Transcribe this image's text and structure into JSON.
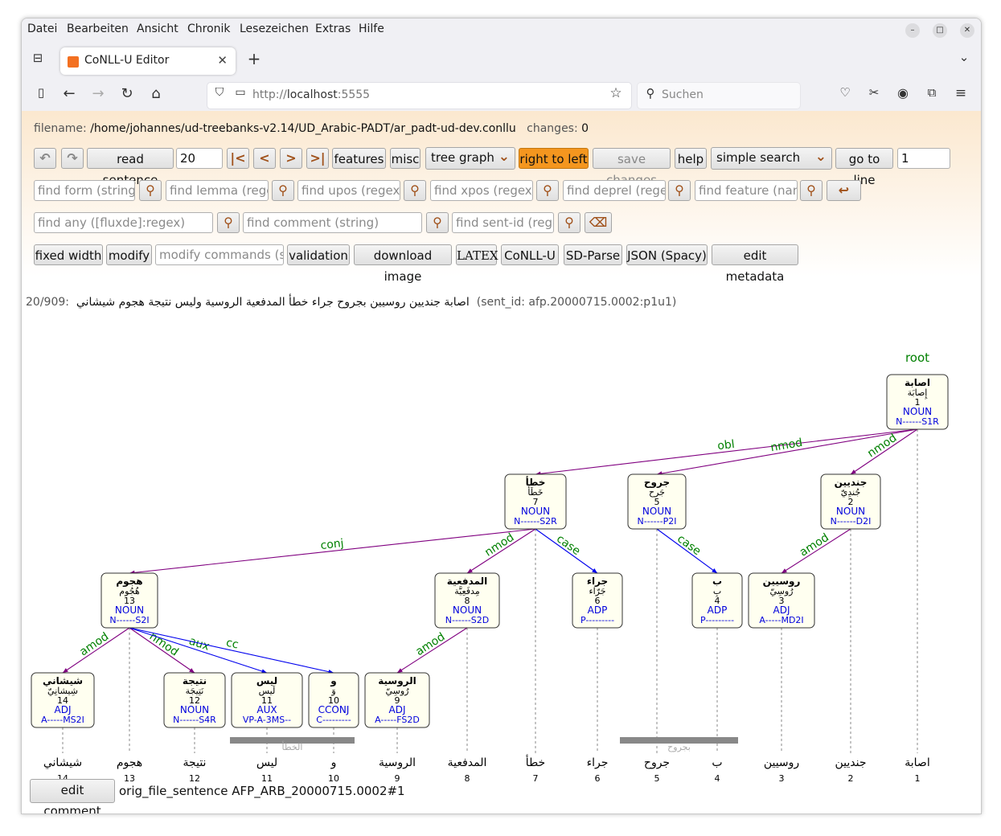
{
  "browser": {
    "menu": [
      "Datei",
      "Bearbeiten",
      "Ansicht",
      "Chronik",
      "Lesezeichen",
      "Extras",
      "Hilfe"
    ],
    "tab_title": "CoNLL-U Editor",
    "url_prefix": "http://",
    "url_host": "localhost",
    "url_port": ":5555",
    "search_placeholder": "Suchen"
  },
  "header": {
    "filename_label": "filename:",
    "filename": "/home/johannes/ud-treebanks-v2.14/UD_Arabic-PADT/ar_padt-ud-dev.conllu",
    "changes_label": "changes:",
    "changes": "0"
  },
  "toolbar1": {
    "read_sentence": "read sentence",
    "sentence_number": "20",
    "features": "features",
    "misc": "misc",
    "view_mode": "tree graph",
    "rtl": "right to left",
    "save": "save changes",
    "help": "help",
    "search_mode": "simple search",
    "go_to_line": "go to line",
    "line_number": "1"
  },
  "toolbar2": {
    "find_form": "find form (string)",
    "find_lemma": "find lemma (regex)",
    "find_upos": "find upos (regex/...",
    "find_xpos": "find xpos (regex/...",
    "find_deprel": "find deprel (regex)",
    "find_feature": "find feature (name"
  },
  "toolbar3": {
    "find_any": "find any ([fluxde]:regex)",
    "find_comment": "find comment (string)",
    "find_sent_id": "find sent-id (regex)"
  },
  "toolbar4": {
    "fixed_width": "fixed width",
    "modify": "modify",
    "modify_placeholder": "modify commands (sep",
    "validation": "validation",
    "download_image": "download image",
    "latex": "LATEX",
    "conllu": "CoNLL-U",
    "sdparse": "SD-Parse",
    "json": "JSON (Spacy)",
    "edit_metadata": "edit metadata"
  },
  "sentence": {
    "position": "20/909:",
    "text": "اصابة جنديين روسيين بجروح جراء خطأ المدفعية الروسية وليس نتيجة هجوم شيشاني",
    "sent_id": "(sent_id: afp.20000715.0002:p1u1)"
  },
  "tree": {
    "root_label": "root",
    "colors": {
      "deprel": "#008000",
      "pos": "#0000dd",
      "arc_purple": "#800080",
      "arc_blue": "#0000ee",
      "node_fill": "#fffff0"
    },
    "nodes": [
      {
        "id": "1",
        "form": "اصابة",
        "lemma": "إِصابَة",
        "upos": "NOUN",
        "xpos": "N------S1R"
      },
      {
        "id": "2",
        "form": "جنديين",
        "lemma": "جُندِيّ",
        "upos": "NOUN",
        "xpos": "N------D2I"
      },
      {
        "id": "3",
        "form": "روسيين",
        "lemma": "رُوسِيّ",
        "upos": "ADJ",
        "xpos": "A-----MD2I"
      },
      {
        "id": "4",
        "form": "ب",
        "lemma": "بِ",
        "upos": "ADP",
        "xpos": "P---------"
      },
      {
        "id": "5",
        "form": "جروح",
        "lemma": "جَرح",
        "upos": "NOUN",
        "xpos": "N------P2I"
      },
      {
        "id": "6",
        "form": "جراء",
        "lemma": "جَرّاء",
        "upos": "ADP",
        "xpos": "P---------"
      },
      {
        "id": "7",
        "form": "خطأ",
        "lemma": "خَطَأ",
        "upos": "NOUN",
        "xpos": "N------S2R"
      },
      {
        "id": "8",
        "form": "المدفعية",
        "lemma": "مِدفَعِيَّة",
        "upos": "NOUN",
        "xpos": "N------S2D"
      },
      {
        "id": "9",
        "form": "الروسية",
        "lemma": "رُوسِيّ",
        "upos": "ADJ",
        "xpos": "A-----FS2D"
      },
      {
        "id": "10",
        "form": "و",
        "lemma": "وَ",
        "upos": "CCONJ",
        "xpos": "C---------"
      },
      {
        "id": "11",
        "form": "ليس",
        "lemma": "لَيس",
        "upos": "AUX",
        "xpos": "VP-A-3MS--"
      },
      {
        "id": "12",
        "form": "نتيجة",
        "lemma": "نَتِيجَة",
        "upos": "NOUN",
        "xpos": "N------S4R"
      },
      {
        "id": "13",
        "form": "هجوم",
        "lemma": "هُجُوم",
        "upos": "NOUN",
        "xpos": "N------S2I"
      },
      {
        "id": "14",
        "form": "شيشاني",
        "lemma": "شِيشانِيّ",
        "upos": "ADJ",
        "xpos": "A-----MS2I"
      }
    ],
    "arcs": [
      {
        "head": "1",
        "dep": "7",
        "label": "obl"
      },
      {
        "head": "1",
        "dep": "5",
        "label": "nmod"
      },
      {
        "head": "1",
        "dep": "2",
        "label": "nmod"
      },
      {
        "head": "2",
        "dep": "3",
        "label": "amod"
      },
      {
        "head": "5",
        "dep": "4",
        "label": "case"
      },
      {
        "head": "7",
        "dep": "13",
        "label": "conj"
      },
      {
        "head": "7",
        "dep": "8",
        "label": "nmod"
      },
      {
        "head": "7",
        "dep": "6",
        "label": "case"
      },
      {
        "head": "8",
        "dep": "9",
        "label": "amod"
      },
      {
        "head": "13",
        "dep": "14",
        "label": "amod"
      },
      {
        "head": "13",
        "dep": "12",
        "label": "nmod"
      },
      {
        "head": "13",
        "dep": "11",
        "label": "aux"
      },
      {
        "head": "13",
        "dep": "10",
        "label": "cc"
      }
    ],
    "spans": [
      {
        "label": "الخطأ",
        "from": "10",
        "to": "11"
      },
      {
        "label": "بجروح",
        "from": "4",
        "to": "5"
      }
    ]
  },
  "footer": {
    "edit_comment": "edit comment",
    "orig_file_sentence": "orig_file_sentence AFP_ARB_20000715.0002#1"
  }
}
